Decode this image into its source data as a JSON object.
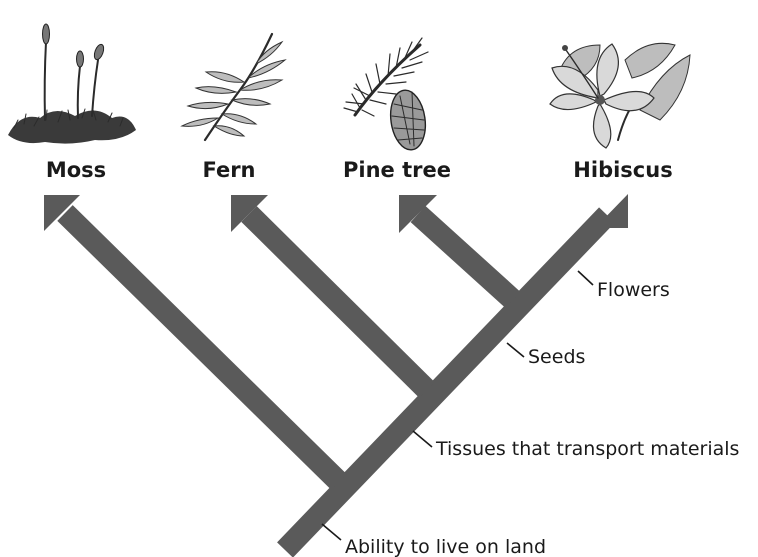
{
  "taxa": {
    "moss": "Moss",
    "fern": "Fern",
    "pine": "Pine tree",
    "hibiscus": "Hibiscus"
  },
  "traits": {
    "land": "Ability to live on land",
    "tissues": "Tissues that transport materials",
    "seeds": "Seeds",
    "flowers": "Flowers"
  },
  "illustrations": [
    "moss-illustration",
    "fern-illustration",
    "pine-illustration",
    "hibiscus-illustration"
  ],
  "colors": {
    "branch": "#5a5a5a",
    "text": "#1a1a1a"
  }
}
